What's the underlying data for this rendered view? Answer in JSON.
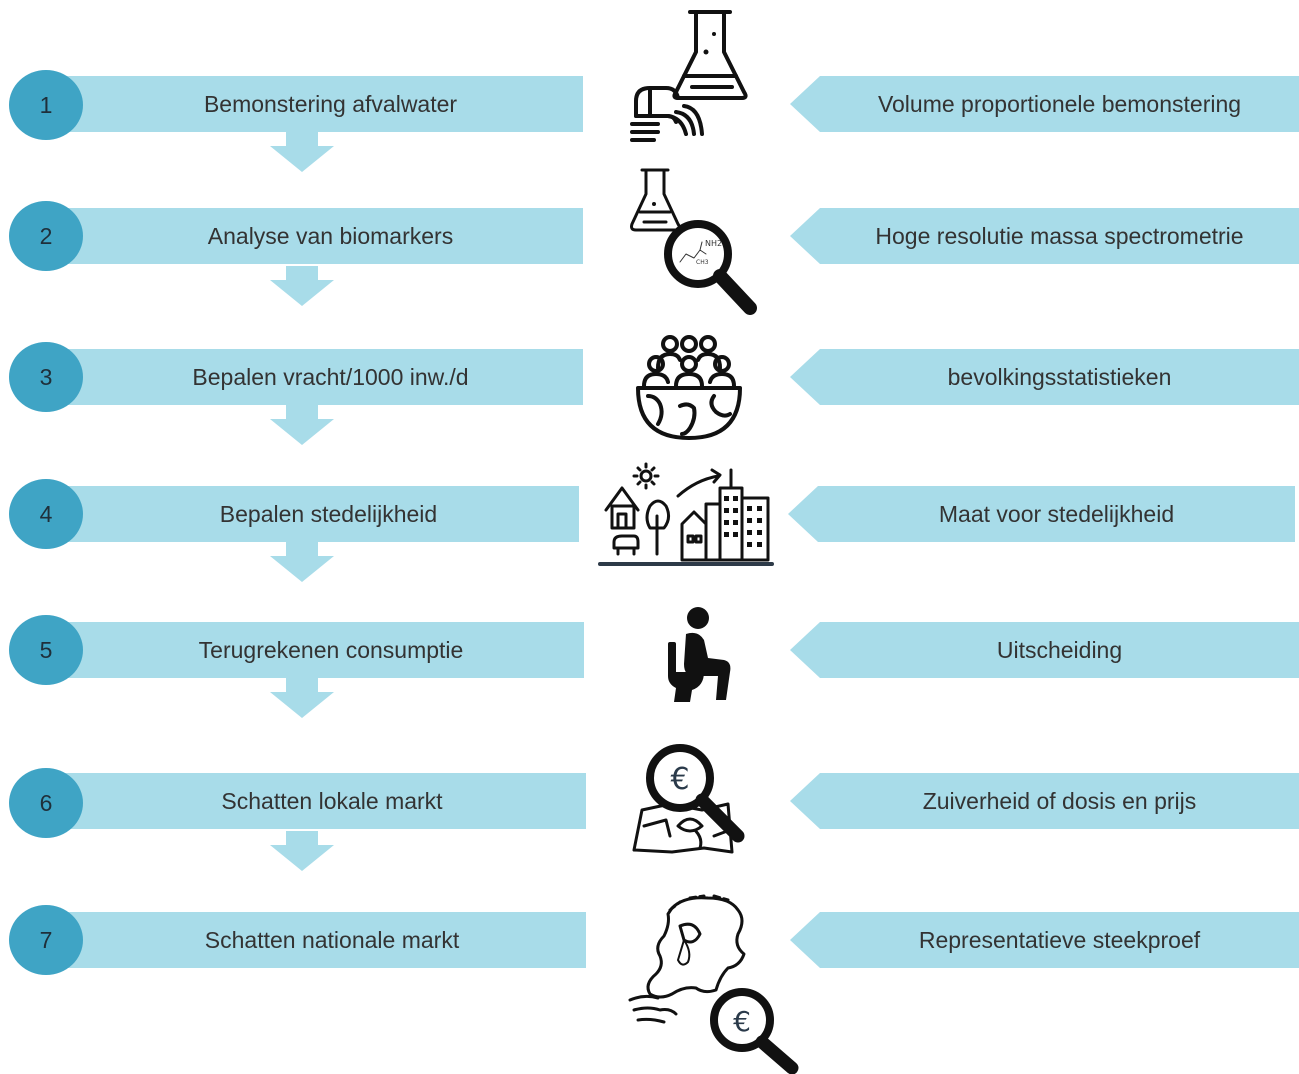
{
  "steps": [
    {
      "number": "1",
      "label": "Bemonstering afvalwater",
      "input": "Volume proportionele bemonstering",
      "icon": "flask-sewer-icon"
    },
    {
      "number": "2",
      "label": "Analyse van biomarkers",
      "input": "Hoge resolutie massa spectrometrie",
      "icon": "flask-magnifier-icon"
    },
    {
      "number": "3",
      "label": "Bepalen vracht/1000 inw./d",
      "input": "bevolkingsstatistieken",
      "icon": "population-globe-icon"
    },
    {
      "number": "4",
      "label": "Bepalen stedelijkheid",
      "input": "Maat voor stedelijkheid",
      "icon": "rural-urban-icon"
    },
    {
      "number": "5",
      "label": "Terugrekenen consumptie",
      "input": "Uitscheiding",
      "icon": "toilet-person-icon"
    },
    {
      "number": "6",
      "label": "Schatten lokale markt",
      "input": "Zuiverheid of dosis en prijs",
      "icon": "euro-map-search-icon"
    },
    {
      "number": "7",
      "label": "Schatten nationale markt",
      "input": "Representatieve steekproef",
      "icon": "netherlands-euro-search-icon"
    }
  ],
  "icon_text": {
    "molecule_nh2": "NH2",
    "molecule_ch3": "CH3",
    "euro_sign": "€"
  },
  "colors": {
    "bar": "#a8dce9",
    "circle": "#3fa4c5",
    "text": "#333333",
    "icon": "#111111"
  }
}
